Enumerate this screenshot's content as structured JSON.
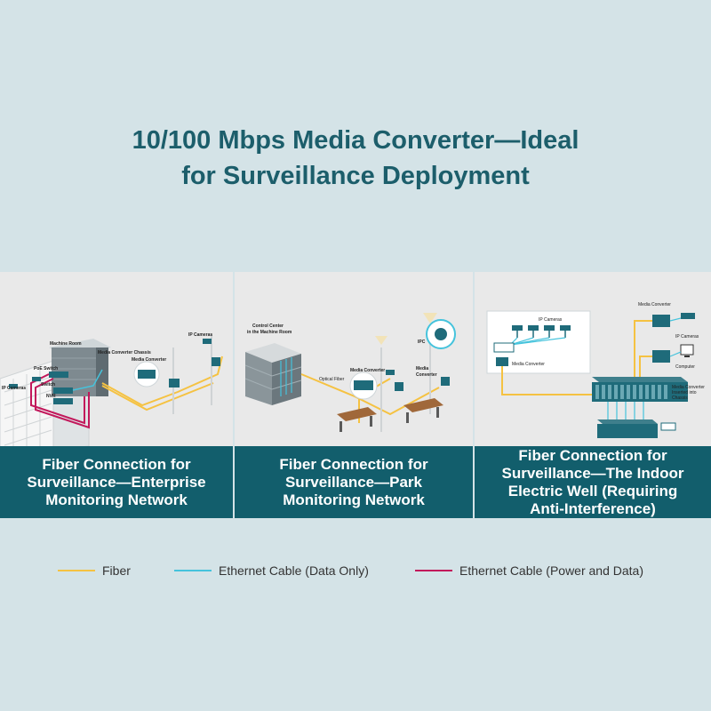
{
  "headline": {
    "line1": "10/100 Mbps Media Converter—Ideal",
    "line2": "for Surveillance Deployment"
  },
  "panels": [
    {
      "caption": [
        "Fiber Connection for",
        "Surveillance—Enterprise",
        "Monitoring Network"
      ],
      "labels": {
        "machine_room": "Machine Room",
        "poe_switch": "PoE Switch",
        "switch": "Switch",
        "nvr": "NVR",
        "ip_cameras_left": "IP Cameras",
        "chassis": "Media Converter Chassis",
        "media_converter": "Media Converter",
        "ip_cameras_right": "IP Cameras"
      }
    },
    {
      "caption": [
        "Fiber Connection for",
        "Surveillance—Park",
        "Monitoring Network"
      ],
      "labels": {
        "control_center_1": "Control Center",
        "control_center_2": "in the Machine Room",
        "optical_fiber": "Optical Fiber",
        "media_converter_left": "Media Converter",
        "ipc": "IPC",
        "media_converter_right_1": "Media",
        "media_converter_right_2": "Converter"
      }
    },
    {
      "caption": [
        "Fiber Connection for",
        "Surveillance—The Indoor",
        "Electric Well (Requiring",
        "Anti-Interference)"
      ],
      "labels": {
        "ip_cameras_box": "IP Cameras",
        "media_converter_box": "Media Converter",
        "media_converter_top": "Media Converter",
        "ip_cameras_right": "IP Cameras",
        "computer": "Computer",
        "chassis_1": "Media Converter",
        "chassis_2": "Inserted into",
        "chassis_3": "Chassis"
      }
    }
  ],
  "legend": [
    {
      "label": "Fiber",
      "color": "#f5c242"
    },
    {
      "label": "Ethernet Cable (Data Only)",
      "color": "#45c3dc"
    },
    {
      "label": "Ethernet Cable (Power and Data)",
      "color": "#c2185b"
    }
  ],
  "colors": {
    "background": "#d4e3e7",
    "headline": "#1c5e6b",
    "caption_bg": "#125e6c",
    "device": "#1f6b7a"
  }
}
